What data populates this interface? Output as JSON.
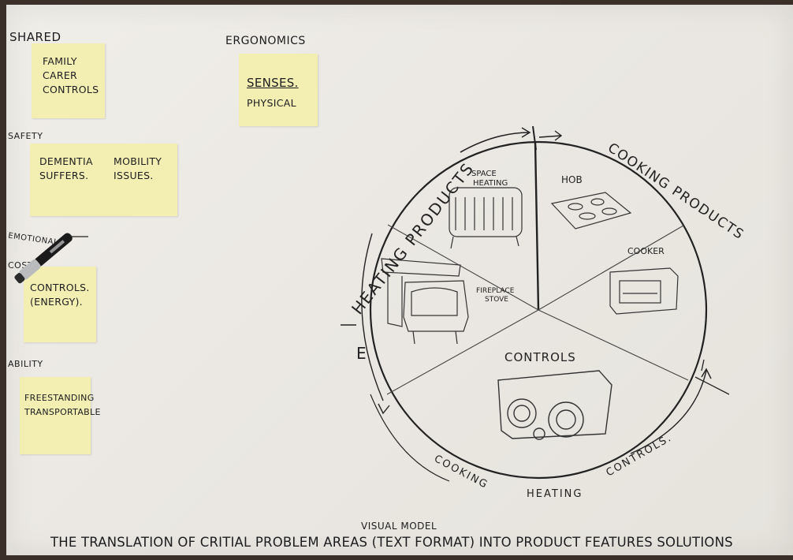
{
  "categories": {
    "shared": "SHARED",
    "ergonomics": "ERGONOMICS",
    "safety": "SAFETY",
    "emotional": "EMOTIONAL",
    "cost": "COST",
    "ability": "ABILITY"
  },
  "notes": {
    "shared": "FAMILY\nCARER\nCONTROLS",
    "ergonomics_senses": "SENSES.",
    "ergonomics_physical": "PHYSICAL",
    "dementia": "DEMENTIA\nSUFFERS.",
    "mobility": "MOBILITY\nISSUES.",
    "controls_energy": "CONTROLS.\n(ENERGY).",
    "freestanding": "FREESTANDING\nTRANSPORTABLE"
  },
  "diagram": {
    "heating_products": "HEATING PRODUCTS",
    "cooking_products": "COOKING PRODUCTS",
    "space_heating": "SPACE\nHEATING",
    "fireplace_stove": "FIREPLACE\nSTOVE",
    "hob": "HOB",
    "cooker": "COOKER",
    "controls": "CONTROLS",
    "bottom_cooking": "COOKING",
    "bottom_heating": "HEATING",
    "bottom_controls": "CONTROLS."
  },
  "caption": {
    "annotation": "VISUAL MODEL",
    "line": "THE TRANSLATION OF CRITIAL PROBLEM AREAS (TEXT FORMAT) INTO PRODUCT FEATURES SOLUTIONS"
  }
}
